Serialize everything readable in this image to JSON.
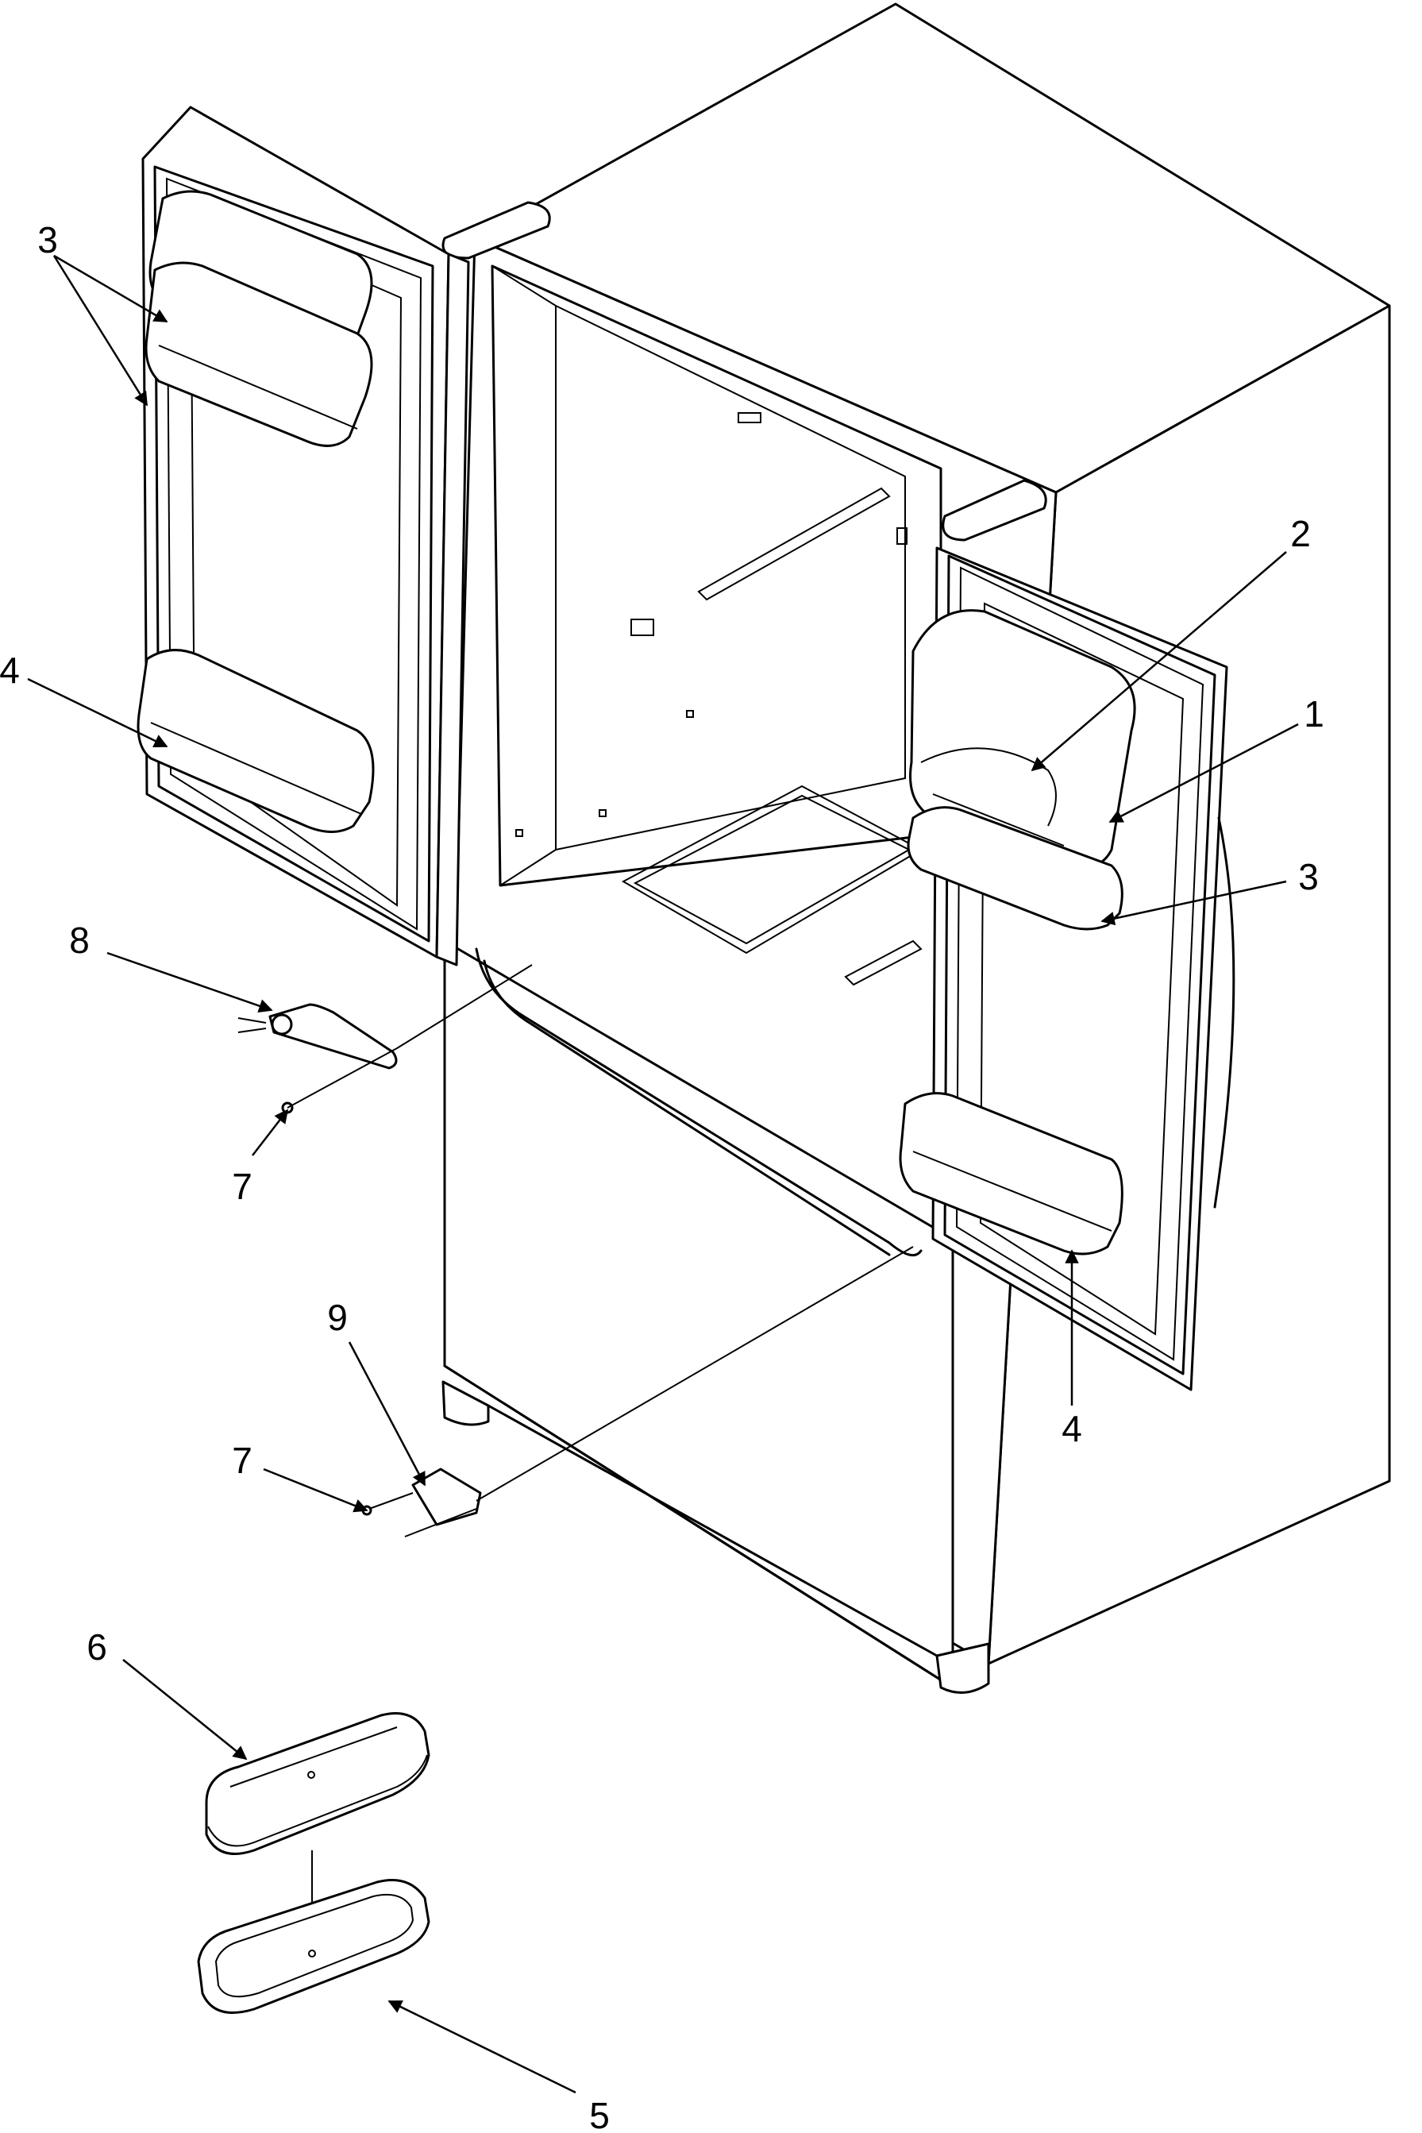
{
  "callouts": [
    {
      "id": "c3a",
      "label": "3"
    },
    {
      "id": "c4a",
      "label": "4"
    },
    {
      "id": "c8",
      "label": "8"
    },
    {
      "id": "c7a",
      "label": "7"
    },
    {
      "id": "c9",
      "label": "9"
    },
    {
      "id": "c7b",
      "label": "7"
    },
    {
      "id": "c6",
      "label": "6"
    },
    {
      "id": "c5",
      "label": "5"
    },
    {
      "id": "c2",
      "label": "2"
    },
    {
      "id": "c1",
      "label": "1"
    },
    {
      "id": "c3b",
      "label": "3"
    },
    {
      "id": "c4b",
      "label": "4"
    }
  ]
}
